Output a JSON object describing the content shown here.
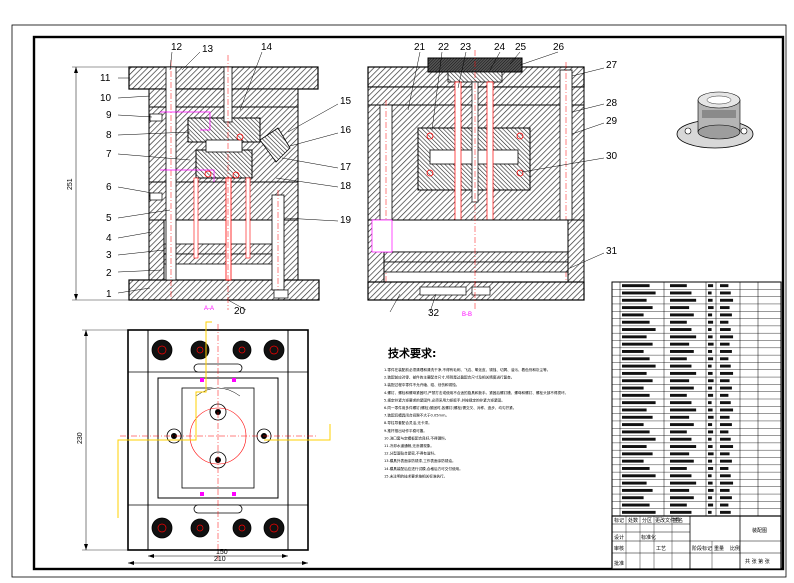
{
  "callouts_left": [
    "1",
    "2",
    "3",
    "4",
    "5",
    "6",
    "7",
    "8",
    "9",
    "10",
    "11",
    "12",
    "13",
    "14",
    "15",
    "16",
    "17",
    "18",
    "19",
    "20"
  ],
  "callouts_right": [
    "21",
    "22",
    "23",
    "24",
    "25",
    "26",
    "27",
    "28",
    "29",
    "30",
    "31",
    "32"
  ],
  "dimensions": {
    "front_height": "251",
    "plan_height": "230",
    "plan_width_outer": "210",
    "plan_width_inner": "150"
  },
  "technical_requirements": {
    "title": "技术要求:",
    "lines": [
      "1.零件在装配前必须清理和清洗干净,不得有毛刺、飞边、氧化皮、锈蚀、切屑、油污、着色剂和灰尘等。",
      "2.装配前应对零、部件的主要配合尺寸,特别是过盈配合尺寸及相关精度进行复查。",
      "3.装配过程中零件不允许磕、碰、划伤和锈蚀。",
      "4.螺钉、螺栓和螺母紧固时,严禁打击或使用不合适的旋具和扳手。紧固后螺钉槽、螺母和螺钉、螺栓头部不得损坏。",
      "5.规定拧紧力矩要求的紧固件,必须采用力矩扳手,并按规定的拧紧力矩紧固。",
      "6.同一零件用多件螺钉(螺栓)紧固时,各螺钉(螺栓)需交叉、对称、逐步、均匀拧紧。",
      "7.装配后模具闭合间隙不大于0.05mm。",
      "8.导柱导套配合灵活,无卡滞。",
      "9.推杆推出动作平稳可靠。",
      "10.浇口套与定模板配合良好,不得漏料。",
      "11.冷却水道通畅,无渗漏现象。",
      "12.分型面贴合紧密,不得有溢料。",
      "13.模具外表面涂防锈漆,工作表面涂防锈油。",
      "14.模具装配后应进行试模,合格后方可交付使用。",
      "15.未注明的技术要求按相关标准执行。"
    ]
  },
  "parts_list_rows": 32,
  "title_block": {
    "row1": [
      "标记",
      "处数",
      "分区",
      "更改文件号",
      "签名",
      "年月日"
    ],
    "row2": [
      "设计",
      "标准化",
      "阶段标记",
      "重量",
      "比例"
    ],
    "row3": [
      "审核",
      "工艺",
      "批准"
    ],
    "name_cell": "装配图",
    "sheet_cell": "共 张 第 张"
  },
  "section_tags": [
    "A-A",
    "B-B"
  ],
  "colors": {
    "line": "#000000",
    "hatch": "#444444",
    "accent_red": "#ff0000",
    "accent_magenta": "#ff00ff",
    "accent_yellow": "#ffd000",
    "accent_white": "#ffffff"
  }
}
